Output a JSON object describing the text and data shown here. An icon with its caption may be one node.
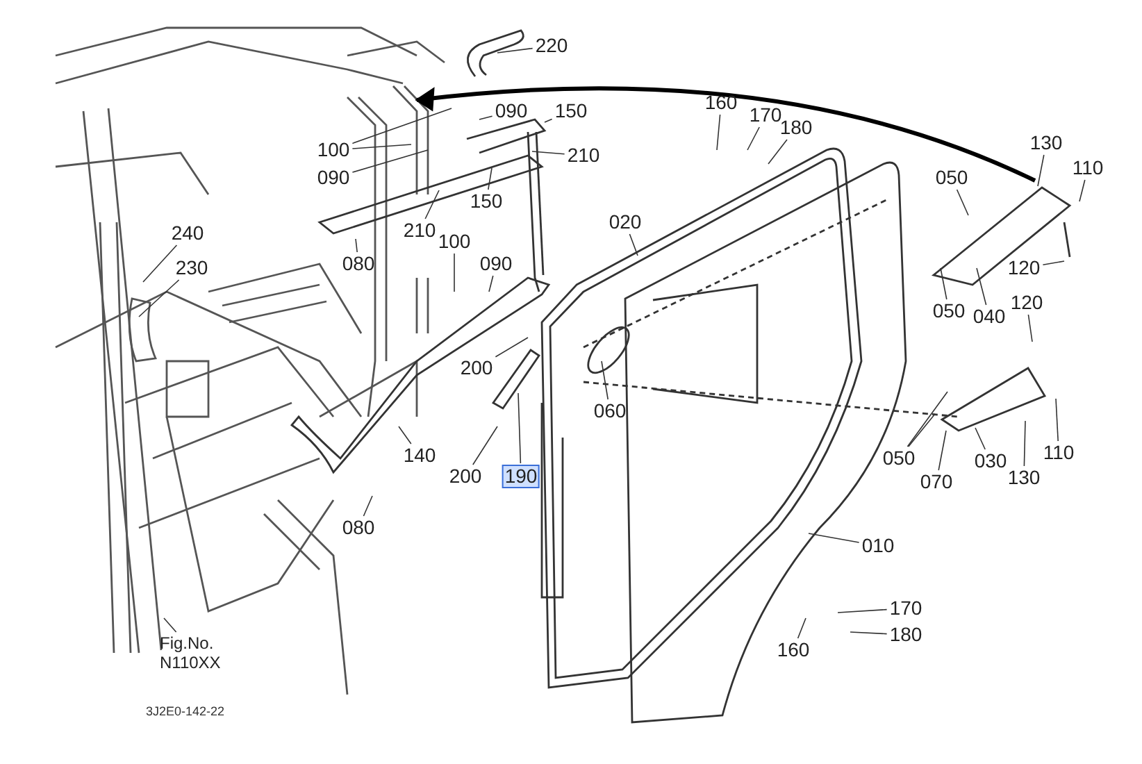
{
  "diagram": {
    "nodes": [
      {
        "text": [
          "220"
        ]
      },
      {
        "text": [
          "090"
        ]
      },
      {
        "text": [
          "150"
        ]
      },
      {
        "text": [
          "100"
        ]
      },
      {
        "text": [
          "210"
        ]
      },
      {
        "text": [
          "090"
        ]
      },
      {
        "text": [
          "210"
        ]
      },
      {
        "text": [
          "150"
        ]
      },
      {
        "text": [
          "160"
        ]
      },
      {
        "text": [
          "170"
        ]
      },
      {
        "text": [
          "180"
        ]
      },
      {
        "text": [
          "130"
        ]
      },
      {
        "text": [
          "110"
        ]
      },
      {
        "text": [
          "050"
        ]
      },
      {
        "text": [
          "020"
        ]
      },
      {
        "text": [
          "240"
        ]
      },
      {
        "text": [
          "230"
        ]
      },
      {
        "text": [
          "080"
        ]
      },
      {
        "text": [
          "100"
        ]
      },
      {
        "text": [
          "090"
        ]
      },
      {
        "text": [
          "050"
        ]
      },
      {
        "text": [
          "040"
        ]
      },
      {
        "text": [
          "120"
        ]
      },
      {
        "text": [
          "120"
        ]
      },
      {
        "text": [
          "200"
        ]
      },
      {
        "text": [
          "060"
        ]
      },
      {
        "text": [
          "140"
        ]
      },
      {
        "text": [
          "200"
        ]
      },
      {
        "text": [
          "190"
        ]
      },
      {
        "text": [
          "050"
        ]
      },
      {
        "text": [
          "030"
        ]
      },
      {
        "text": [
          "070"
        ]
      },
      {
        "text": [
          "110"
        ]
      },
      {
        "text": [
          "130"
        ]
      },
      {
        "text": [
          "080"
        ]
      },
      {
        "text": [
          "010"
        ]
      },
      {
        "text": [
          "170"
        ]
      },
      {
        "text": [
          "160"
        ]
      },
      {
        "text": [
          "180"
        ]
      },
      {
        "text": [
          "Fig.No. N110XX"
        ]
      }
    ],
    "edges": [
      {
        "from": 0,
        "to": null,
        "arrow": "none"
      },
      {
        "from": 1,
        "to": null,
        "arrow": "none"
      },
      {
        "from": 2,
        "to": null,
        "arrow": "none"
      },
      {
        "from": 3,
        "to": null,
        "arrow": "none"
      },
      {
        "from": 3,
        "to": null,
        "arrow": "none"
      },
      {
        "from": 4,
        "to": null,
        "arrow": "none"
      },
      {
        "from": 5,
        "to": null,
        "arrow": "none"
      },
      {
        "from": 6,
        "to": null,
        "arrow": "none"
      },
      {
        "from": 7,
        "to": null,
        "arrow": "none"
      },
      {
        "from": 8,
        "to": null,
        "arrow": "none"
      },
      {
        "from": 9,
        "to": null,
        "arrow": "none"
      },
      {
        "from": 10,
        "to": null,
        "arrow": "none"
      },
      {
        "from": 11,
        "to": null,
        "arrow": "none"
      },
      {
        "from": 12,
        "to": null,
        "arrow": "none"
      },
      {
        "from": 13,
        "to": null,
        "arrow": "none"
      },
      {
        "from": 14,
        "to": null,
        "arrow": "none"
      },
      {
        "from": 15,
        "to": null,
        "arrow": "none"
      },
      {
        "from": 16,
        "to": null,
        "arrow": "none"
      },
      {
        "from": 17,
        "to": null,
        "arrow": "none"
      },
      {
        "from": 18,
        "to": null,
        "arrow": "none"
      },
      {
        "from": 19,
        "to": null,
        "arrow": "none"
      },
      {
        "from": 20,
        "to": null,
        "arrow": "none"
      },
      {
        "from": 21,
        "to": null,
        "arrow": "none"
      },
      {
        "from": 22,
        "to": null,
        "arrow": "none"
      },
      {
        "from": 23,
        "to": null,
        "arrow": "none"
      },
      {
        "from": 24,
        "to": null,
        "arrow": "none"
      },
      {
        "from": 25,
        "to": null,
        "arrow": "none"
      },
      {
        "from": 26,
        "to": null,
        "arrow": "none"
      },
      {
        "from": 27,
        "to": null,
        "arrow": "none"
      },
      {
        "from": 28,
        "to": null,
        "arrow": "none"
      },
      {
        "from": 29,
        "to": null,
        "arrow": "none"
      },
      {
        "from": 29,
        "to": null,
        "arrow": "none"
      },
      {
        "from": 30,
        "to": null,
        "arrow": "none"
      },
      {
        "from": 31,
        "to": null,
        "arrow": "none"
      },
      {
        "from": 32,
        "to": null,
        "arrow": "none"
      },
      {
        "from": 33,
        "to": null,
        "arrow": "none"
      },
      {
        "from": 34,
        "to": null,
        "arrow": "none"
      },
      {
        "from": 35,
        "to": null,
        "arrow": "none"
      },
      {
        "from": 36,
        "to": null,
        "arrow": "none"
      },
      {
        "from": 37,
        "to": null,
        "arrow": "none"
      },
      {
        "from": 38,
        "to": null,
        "arrow": "none"
      },
      {
        "from": 39,
        "to": null,
        "arrow": "none"
      }
    ],
    "labels": [
      "3J2E0-142-22"
    ]
  }
}
